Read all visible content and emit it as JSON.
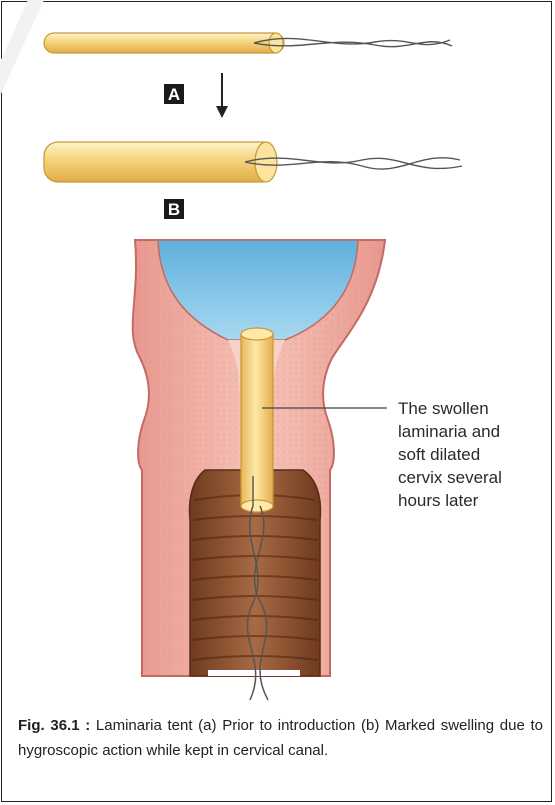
{
  "figure": {
    "labels": {
      "a": "A",
      "b": "B"
    },
    "annotation_lines": [
      "The swollen",
      "laminaria and",
      "soft dilated",
      "cervix several",
      "hours later"
    ],
    "caption": {
      "number": "Fig. 36.1 :",
      "text": " Laminaria tent (a) Prior to introduction (b) Marked swelling due to hygroscopic action while kept in cervical canal."
    }
  },
  "colors": {
    "tent_body": "#f6d47a",
    "tent_edge": "#c99734",
    "tissue": "#f0b4a8",
    "tissue_edge": "#c46a64",
    "amniotic_fluid": "#7fc3e6",
    "vaginal_rugae": "#8a5030",
    "string": "#555555"
  }
}
